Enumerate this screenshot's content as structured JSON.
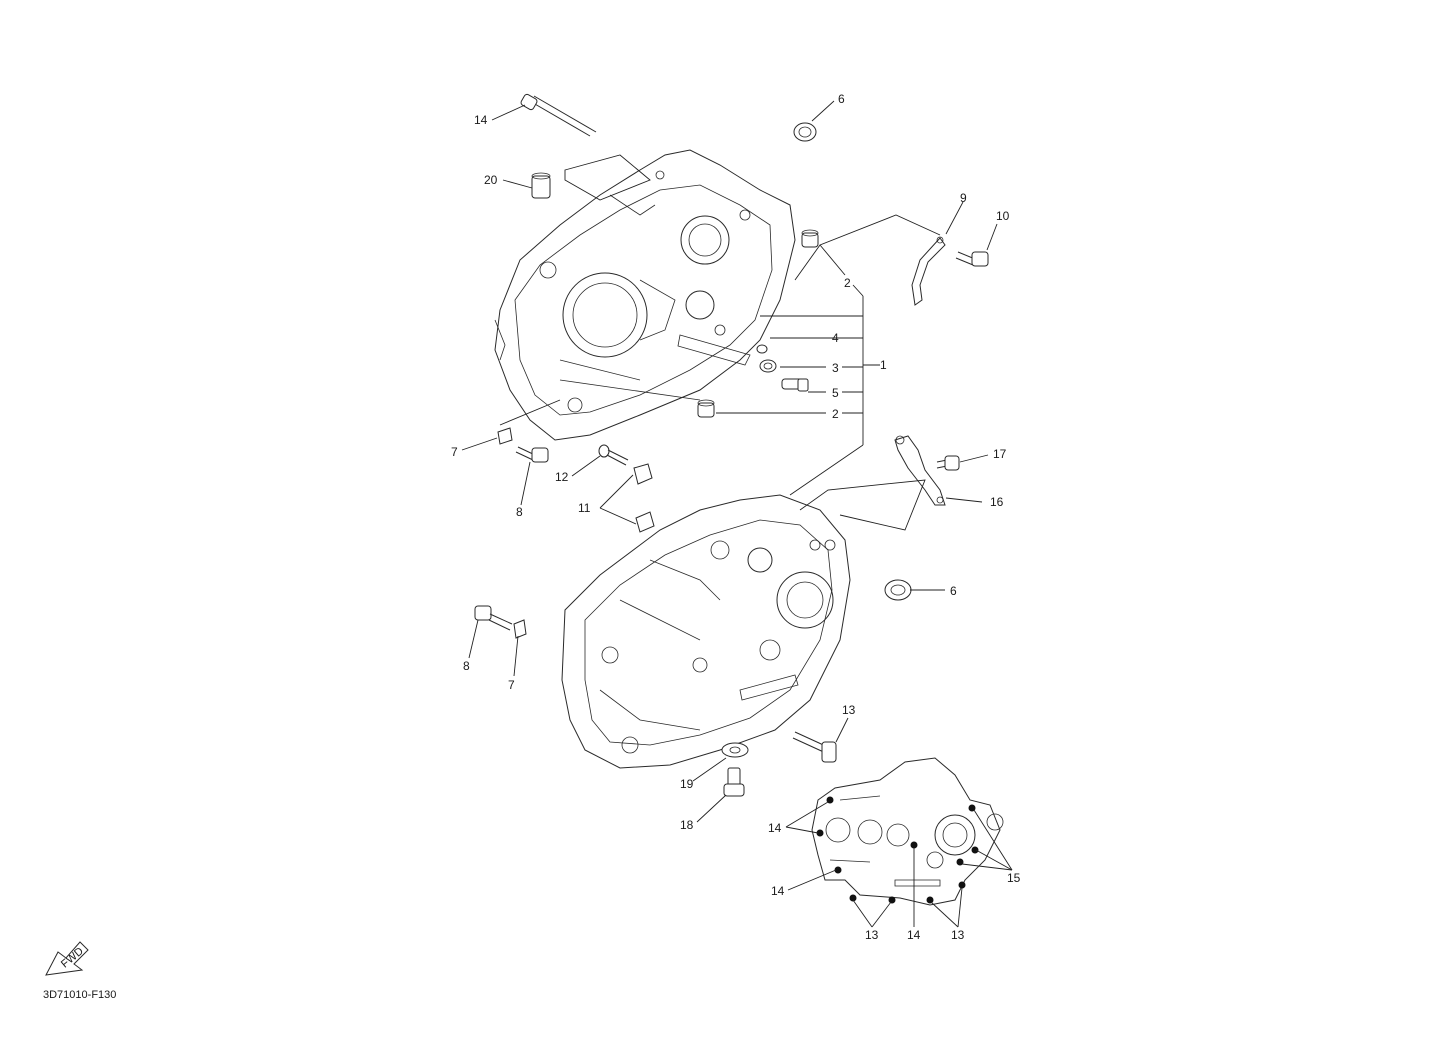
{
  "callouts": {
    "c1": "1",
    "c2a": "2",
    "c2b": "2",
    "c3": "3",
    "c4": "4",
    "c5": "5",
    "c6a": "6",
    "c6b": "6",
    "c7a": "7",
    "c7b": "7",
    "c8a": "8",
    "c8b": "8",
    "c9": "9",
    "c10": "10",
    "c11": "11",
    "c12": "12",
    "c13": "13",
    "c14": "14",
    "c16": "16",
    "c17": "17",
    "c18": "18",
    "c19": "19",
    "c20": "20"
  },
  "inset": {
    "c14a": "14",
    "c14b": "14",
    "c14c": "14",
    "c15": "15",
    "c13a": "13",
    "c13b": "13"
  },
  "fwd_icon": {
    "text": "FWD",
    "icon": "fwd-arrow-icon"
  },
  "reference_code": "3D71010-F130"
}
